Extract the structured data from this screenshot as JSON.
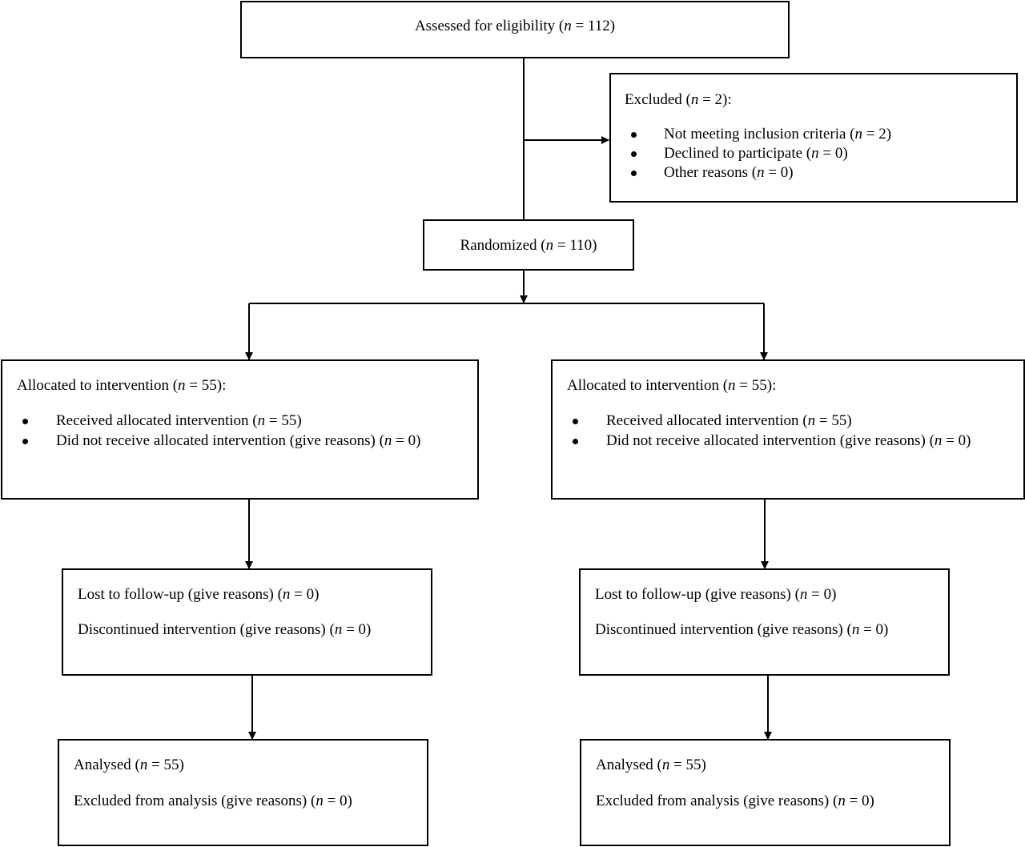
{
  "n_label": "n",
  "eligibility": {
    "prefix": "Assessed for eligibility (",
    "suffix": " = 112)"
  },
  "excluded": {
    "title_prefix": "Excluded (",
    "title_suffix": " = 2):",
    "items": [
      {
        "prefix": "Not meeting inclusion criteria (",
        "suffix": " = 2)"
      },
      {
        "prefix": "Declined to participate (",
        "suffix": " = 0)"
      },
      {
        "prefix": "Other reasons (",
        "suffix": " = 0)"
      }
    ]
  },
  "randomized": {
    "prefix": "Randomized (",
    "suffix": " = 110)"
  },
  "left": {
    "allocation": {
      "title_prefix": "Allocated to intervention (",
      "title_suffix": " = 55):",
      "items": [
        {
          "prefix": "Received allocated intervention (",
          "suffix": " = 55)"
        },
        {
          "prefix": "Did not receive allocated intervention (give reasons) (",
          "suffix": " = 0)"
        }
      ]
    },
    "followup": {
      "lost_prefix": "Lost to follow-up (give reasons) (",
      "lost_suffix": " = 0)",
      "disc_prefix": "Discontinued intervention (give reasons) (",
      "disc_suffix": " = 0)"
    },
    "analysis": {
      "analysed_prefix": "Analysed (",
      "analysed_suffix": " = 55)",
      "excl_prefix": "Excluded from analysis (give reasons) (",
      "excl_suffix": " = 0)"
    }
  },
  "right": {
    "allocation": {
      "title_prefix": "Allocated to intervention (",
      "title_suffix": " = 55):",
      "items": [
        {
          "prefix": "Received allocated intervention (",
          "suffix": " = 55)"
        },
        {
          "prefix": "Did not receive allocated intervention (give  reasons) (",
          "suffix": " = 0)"
        }
      ]
    },
    "followup": {
      "lost_prefix": "Lost to follow-up (give reasons) (",
      "lost_suffix": " = 0)",
      "disc_prefix": "Discontinued intervention (give reasons) (",
      "disc_suffix": " = 0)"
    },
    "analysis": {
      "analysed_prefix": "Analysed (",
      "analysed_suffix": " = 55)",
      "excl_prefix": "Excluded from analysis (give reasons) (",
      "excl_suffix": " = 0)"
    }
  }
}
